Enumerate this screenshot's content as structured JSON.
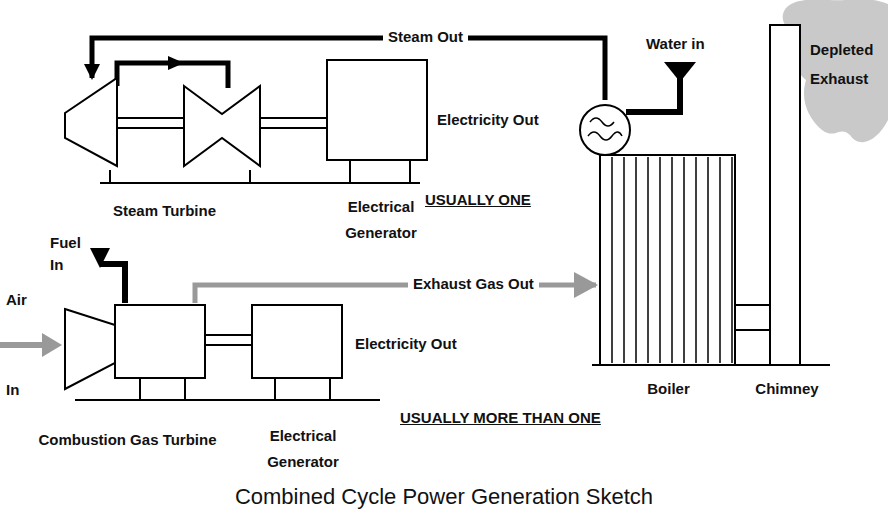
{
  "diagram": {
    "caption": "Combined Cycle Power Generation Sketch",
    "nodes": [
      {
        "text": [
          "Steam Turbine"
        ]
      },
      {
        "text": [
          "Electrical Generator"
        ]
      },
      {
        "text": [
          "Combustion Gas Turbine"
        ]
      },
      {
        "text": [
          "Electrical Generator"
        ]
      },
      {
        "text": [
          "Boiler"
        ]
      },
      {
        "text": [
          "Chimney"
        ]
      }
    ],
    "edges": [
      {
        "from": 4,
        "to": 0,
        "label": "Steam Out",
        "arrow": "to"
      },
      {
        "from": 2,
        "to": 4,
        "label": "Exhaust Gas Out",
        "arrow": "to"
      }
    ],
    "labels": [
      "Water in",
      "Depleted Exhaust",
      "Electricity Out",
      "USUALLY ONE",
      "Fuel In",
      "Air In",
      "Electricity Out",
      "USUALLY MORE THAN ONE"
    ]
  }
}
